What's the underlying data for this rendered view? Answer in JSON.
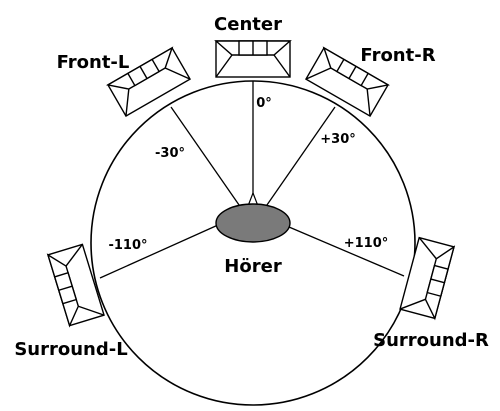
{
  "diagram": {
    "listener_label": "Hörer",
    "speakers": {
      "center": "Center",
      "front_left": "Front-L",
      "front_right": "Front-R",
      "surround_left": "Surround-L",
      "surround_right": "Surround-R"
    },
    "angles": {
      "center": "0°",
      "front_left": "-30°",
      "front_right": "+30°",
      "surround_left": "-110°",
      "surround_right": "+110°"
    },
    "colors": {
      "listener_fill": "#7a7a7a",
      "line": "#000000",
      "background": "#ffffff"
    }
  }
}
